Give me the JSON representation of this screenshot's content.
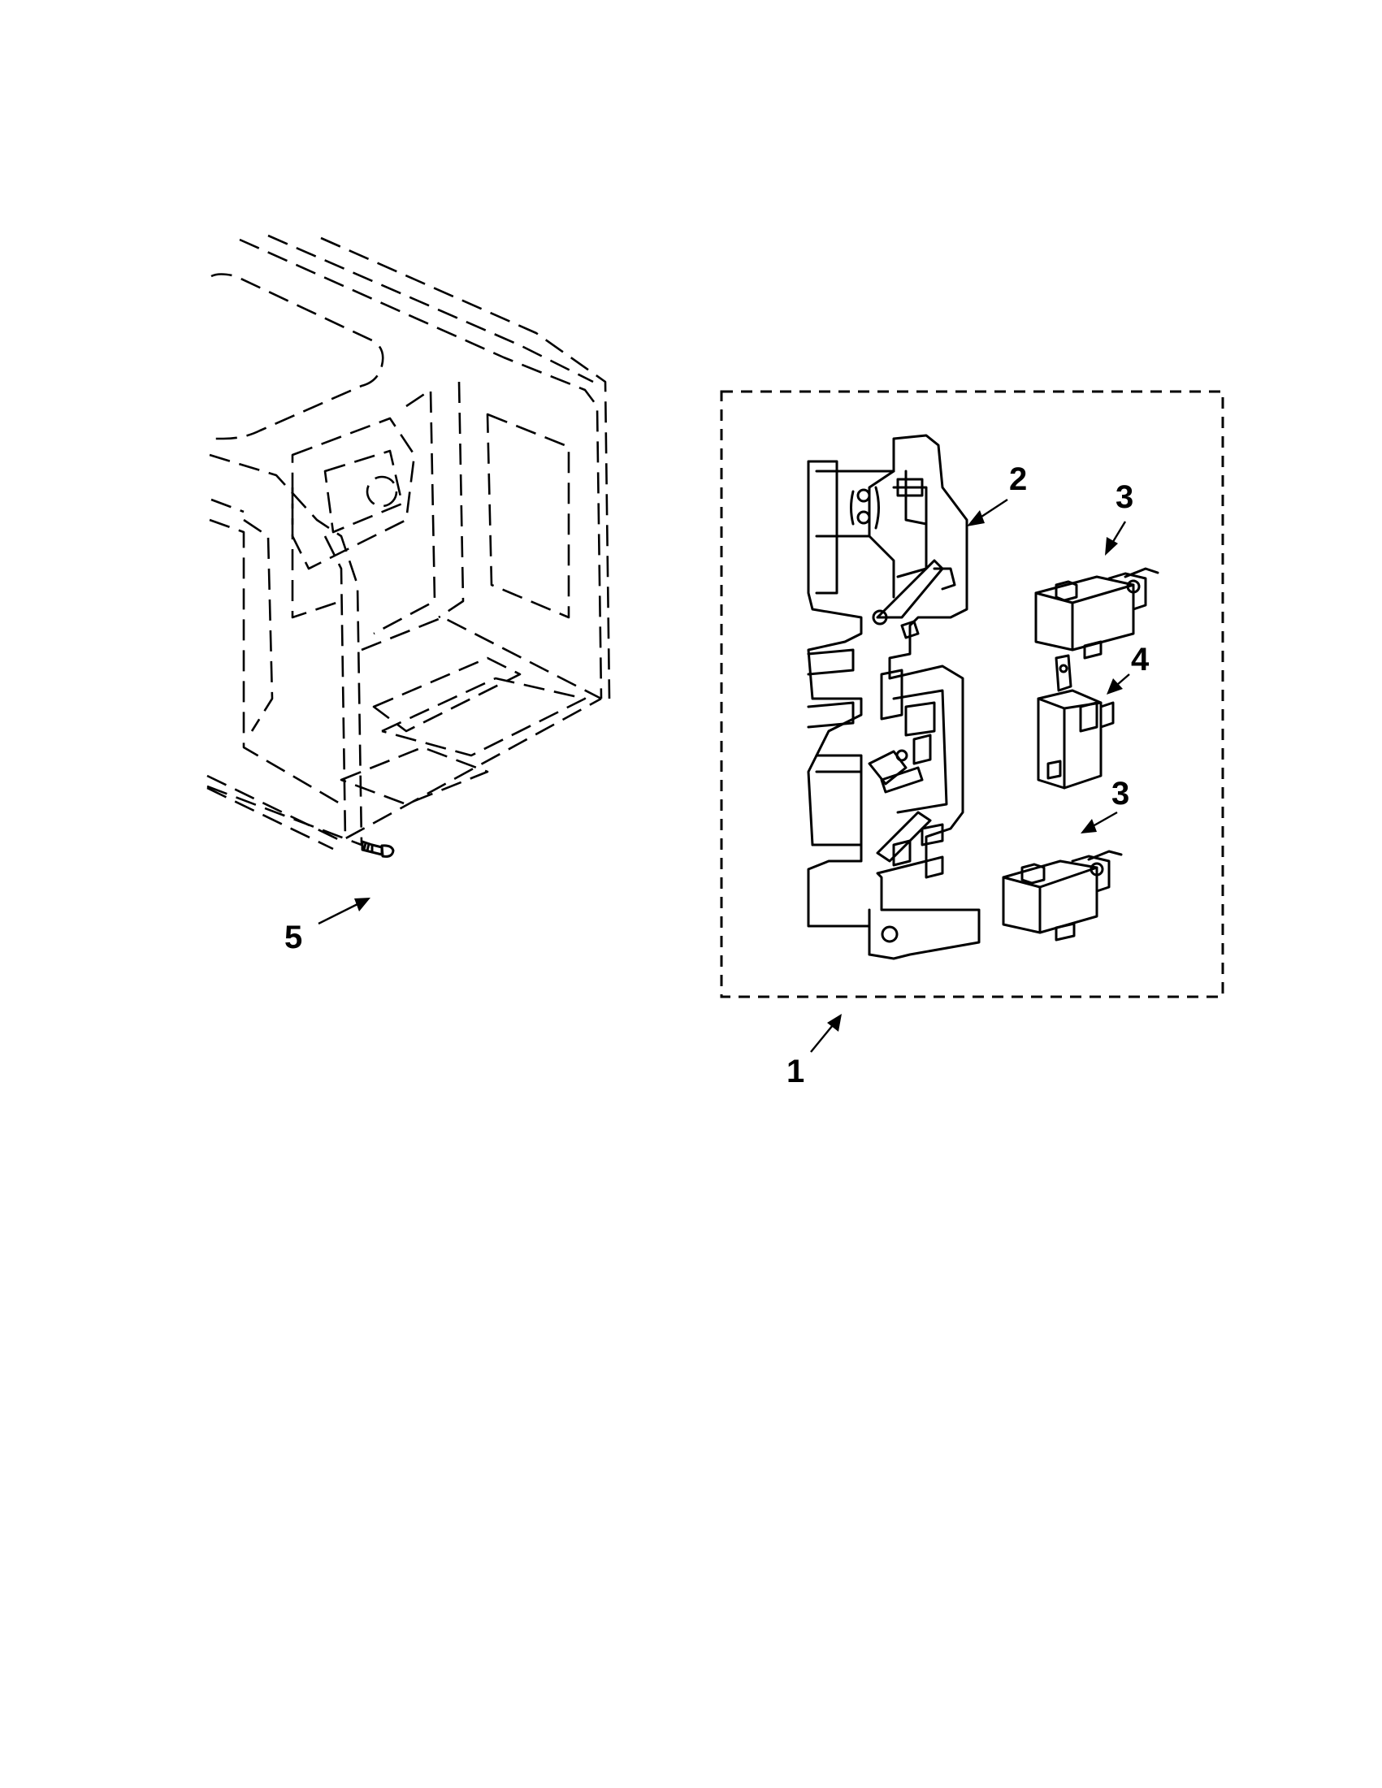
{
  "callouts": {
    "kit": "1",
    "monitor_bracket": "2",
    "switch_upper": "3",
    "switch_middle": "4",
    "switch_lower": "3",
    "screw": "5"
  }
}
